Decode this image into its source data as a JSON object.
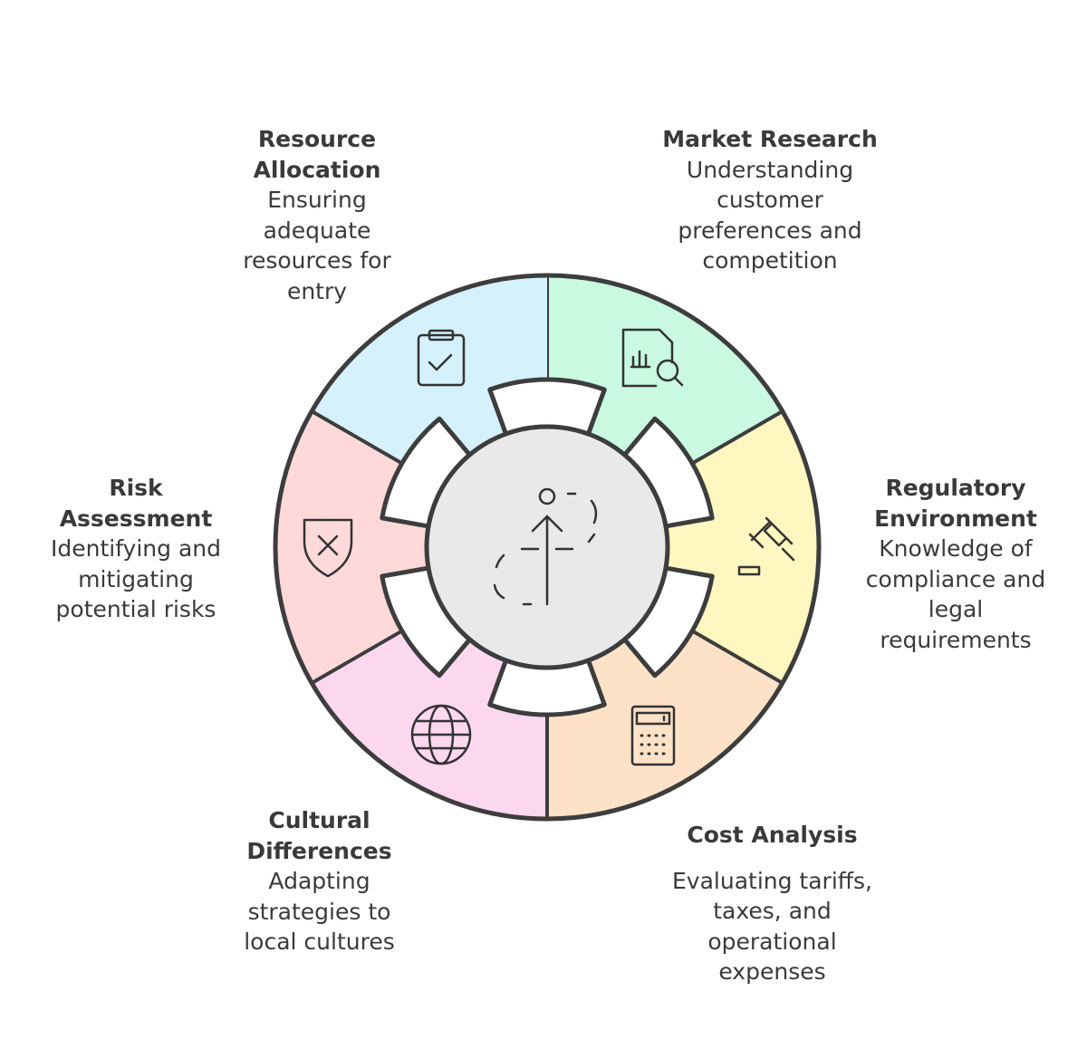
{
  "center_icon": "person-growth-arrow-icon",
  "segments": [
    {
      "title": "Market Research",
      "description": "Understanding customer preferences and competition",
      "color": "#c9f9e0",
      "icon": "report-search-icon"
    },
    {
      "title": "Regulatory Environment",
      "description": "Knowledge of compliance and legal requirements",
      "color": "#fff7c0",
      "icon": "gavel-icon"
    },
    {
      "title": "Cost Analysis",
      "description": "Evaluating tariffs, taxes, and operational expenses",
      "color": "#fde2c8",
      "icon": "calculator-icon"
    },
    {
      "title": "Cultural Differences",
      "description": "Adapting strategies to local cultures",
      "color": "#fcd8ee",
      "icon": "globe-icon"
    },
    {
      "title": "Risk Assessment",
      "description": "Identifying and mitigating potential risks",
      "color": "#fdd9d9",
      "icon": "shield-x-icon"
    },
    {
      "title": "Resource Allocation",
      "description": "Ensuring adequate resources for entry",
      "color": "#d4f1fc",
      "icon": "clipboard-check-icon"
    }
  ],
  "colors": {
    "stroke": "#3d3d3d",
    "center": "#e9e9e9"
  }
}
